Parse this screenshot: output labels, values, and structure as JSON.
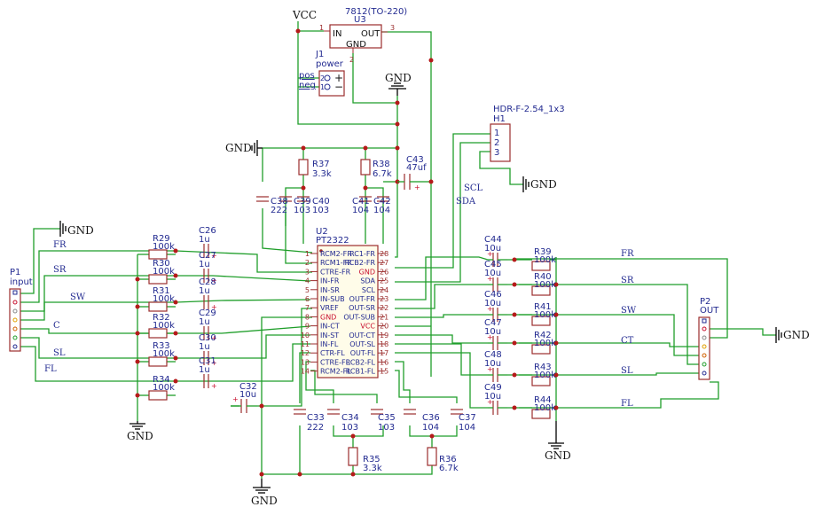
{
  "nets": {
    "vcc": "VCC",
    "gnd": "GND"
  },
  "u3": {
    "part": "7812(TO-220)",
    "ref": "U3",
    "in": "IN",
    "out": "OUT",
    "gnd": "GND",
    "pin1": "1",
    "pin2": "2",
    "pin3": "3"
  },
  "j1": {
    "ref": "J1",
    "value": "power",
    "pos": "pos",
    "neg": "neg",
    "plus": "+",
    "minus": "−",
    "pin2": "2",
    "pin1": "1"
  },
  "h1": {
    "part": "HDR-F-2.54_1x3",
    "ref": "H1",
    "pins": [
      "1",
      "2",
      "3"
    ]
  },
  "bus": {
    "scl": "SCL",
    "sda": "SDA"
  },
  "p1": {
    "ref": "P1",
    "value": "input"
  },
  "p2": {
    "ref": "P2",
    "value": "OUT"
  },
  "inputs": [
    {
      "net": "FR",
      "r": "R29",
      "rv": "100k",
      "c": "C26",
      "cv": "1u"
    },
    {
      "net": "SR",
      "r": "R30",
      "rv": "100k",
      "c": "C27",
      "cv": "1u"
    },
    {
      "net": "SW",
      "r": "R31",
      "rv": "100k",
      "c": "C28",
      "cv": "1u"
    },
    {
      "net": "C",
      "r": "R32",
      "rv": "100k",
      "c": "C29",
      "cv": "1u"
    },
    {
      "net": "SL",
      "r": "R33",
      "rv": "100k",
      "c": "C30",
      "cv": "1u"
    },
    {
      "net": "FL",
      "r": "R34",
      "rv": "100k",
      "c": "C31",
      "cv": "1u"
    }
  ],
  "outputs": [
    {
      "net": "FR",
      "c": "C44",
      "cv": "10u",
      "r": "R39",
      "rv": "100k"
    },
    {
      "net": "SR",
      "c": "C45",
      "cv": "10u",
      "r": "R40",
      "rv": "100k"
    },
    {
      "net": "SW",
      "c": "C46",
      "cv": "10u",
      "r": "R41",
      "rv": "100k"
    },
    {
      "net": "CT",
      "c": "C47",
      "cv": "10u",
      "r": "R42",
      "rv": "100k"
    },
    {
      "net": "SL",
      "c": "C48",
      "cv": "10u",
      "r": "R43",
      "rv": "100k"
    },
    {
      "net": "FL",
      "c": "C49",
      "cv": "10u",
      "r": "R44",
      "rv": "100k"
    }
  ],
  "top": [
    {
      "r": "R37",
      "rv": "3.3k"
    },
    {
      "r": "R38",
      "rv": "6.7k"
    },
    {
      "c": "C43",
      "cv": "47uf"
    },
    {
      "c": "C38",
      "cv": "222"
    },
    {
      "c": "C39",
      "cv": "103"
    },
    {
      "c": "C40",
      "cv": "103"
    },
    {
      "c": "C41",
      "cv": "104"
    },
    {
      "c": "C42",
      "cv": "104"
    }
  ],
  "bottom": [
    {
      "c": "C32",
      "cv": "10u"
    },
    {
      "c": "C33",
      "cv": "222"
    },
    {
      "c": "C34",
      "cv": "103"
    },
    {
      "c": "C35",
      "cv": "103"
    },
    {
      "c": "C36",
      "cv": "104"
    },
    {
      "c": "C37",
      "cv": "104"
    },
    {
      "r": "R35",
      "rv": "3.3k"
    },
    {
      "r": "R36",
      "rv": "6.7k"
    }
  ],
  "u2": {
    "ref": "U2",
    "part": "PT2322",
    "left": [
      {
        "n": "1",
        "name": "RCM2-FR"
      },
      {
        "n": "2",
        "name": "RCM1-FR"
      },
      {
        "n": "3",
        "name": "CTRE-FR"
      },
      {
        "n": "4",
        "name": "IN-FR"
      },
      {
        "n": "5",
        "name": "IN-SR"
      },
      {
        "n": "6",
        "name": "IN-SUB"
      },
      {
        "n": "7",
        "name": "VREF"
      },
      {
        "n": "8",
        "name": "GND"
      },
      {
        "n": "9",
        "name": "IN-CT"
      },
      {
        "n": "10",
        "name": "IN-ST"
      },
      {
        "n": "11",
        "name": "IN-FL"
      },
      {
        "n": "12",
        "name": "CTR-FL"
      },
      {
        "n": "13",
        "name": "CTRE-FL"
      },
      {
        "n": "14",
        "name": "RCM2-FL"
      }
    ],
    "right": [
      {
        "n": "28",
        "name": "RC1-FR"
      },
      {
        "n": "27",
        "name": "RCB2-FR"
      },
      {
        "n": "26",
        "name": "GND"
      },
      {
        "n": "25",
        "name": "SDA"
      },
      {
        "n": "24",
        "name": "SCL"
      },
      {
        "n": "23",
        "name": "OUT-FR"
      },
      {
        "n": "22",
        "name": "OUT-SR"
      },
      {
        "n": "21",
        "name": "OUT-SUB"
      },
      {
        "n": "20",
        "name": "VCC"
      },
      {
        "n": "19",
        "name": "OUT-CT"
      },
      {
        "n": "18",
        "name": "OUT-SL"
      },
      {
        "n": "17",
        "name": "OUT-FL"
      },
      {
        "n": "16",
        "name": "RCB2-FL"
      },
      {
        "n": "15",
        "name": "RCB1-FL"
      }
    ]
  }
}
